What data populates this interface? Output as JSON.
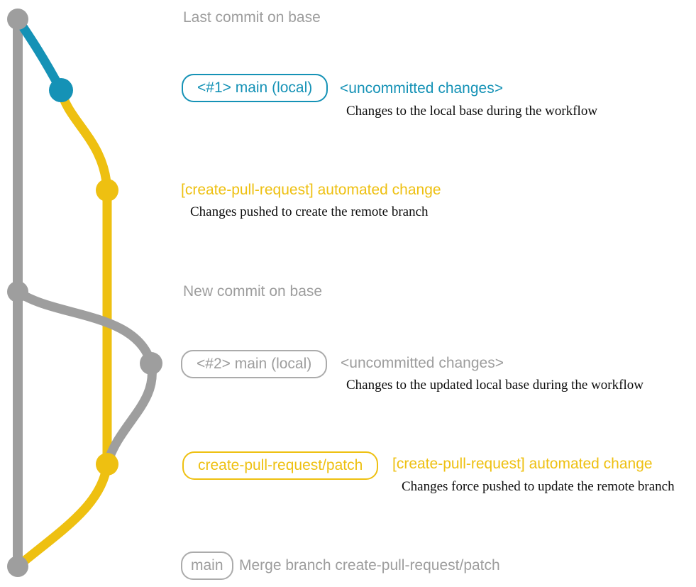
{
  "colors": {
    "teal": "#1592b6",
    "yellow": "#eec011",
    "gray": "#9e9e9e",
    "graytext": "#9d9d9d",
    "grayborder": "#ababab"
  },
  "labels": {
    "last_commit": "Last commit on base",
    "branch1_badge": "<#1> main (local)",
    "branch1_note": "<uncommitted changes>",
    "branch1_detail": "Changes to the local base during the workflow",
    "push1_label": "[create-pull-request] automated change",
    "push1_detail": "Changes pushed to create the remote branch",
    "new_commit": "New commit on base",
    "branch2_badge": "<#2> main (local)",
    "branch2_note": "<uncommitted changes>",
    "branch2_detail": "Changes to the updated local base during the workflow",
    "patch_badge": "create-pull-request/patch",
    "push2_label": "[create-pull-request] automated change",
    "push2_detail": "Changes force pushed to update the remote branch",
    "merge_badge": "main",
    "merge_label": "Merge branch create-pull-request/patch"
  },
  "graph": {
    "commits": [
      {
        "name": "last-commit-on-base",
        "branch_color": "gray"
      },
      {
        "name": "uncommitted-changes-1",
        "branch_color": "teal"
      },
      {
        "name": "automated-change-1",
        "branch_color": "yellow"
      },
      {
        "name": "new-commit-on-base",
        "branch_color": "gray"
      },
      {
        "name": "uncommitted-changes-2",
        "branch_color": "gray"
      },
      {
        "name": "automated-change-2",
        "branch_color": "yellow"
      },
      {
        "name": "merge-commit",
        "branch_color": "gray"
      }
    ]
  }
}
